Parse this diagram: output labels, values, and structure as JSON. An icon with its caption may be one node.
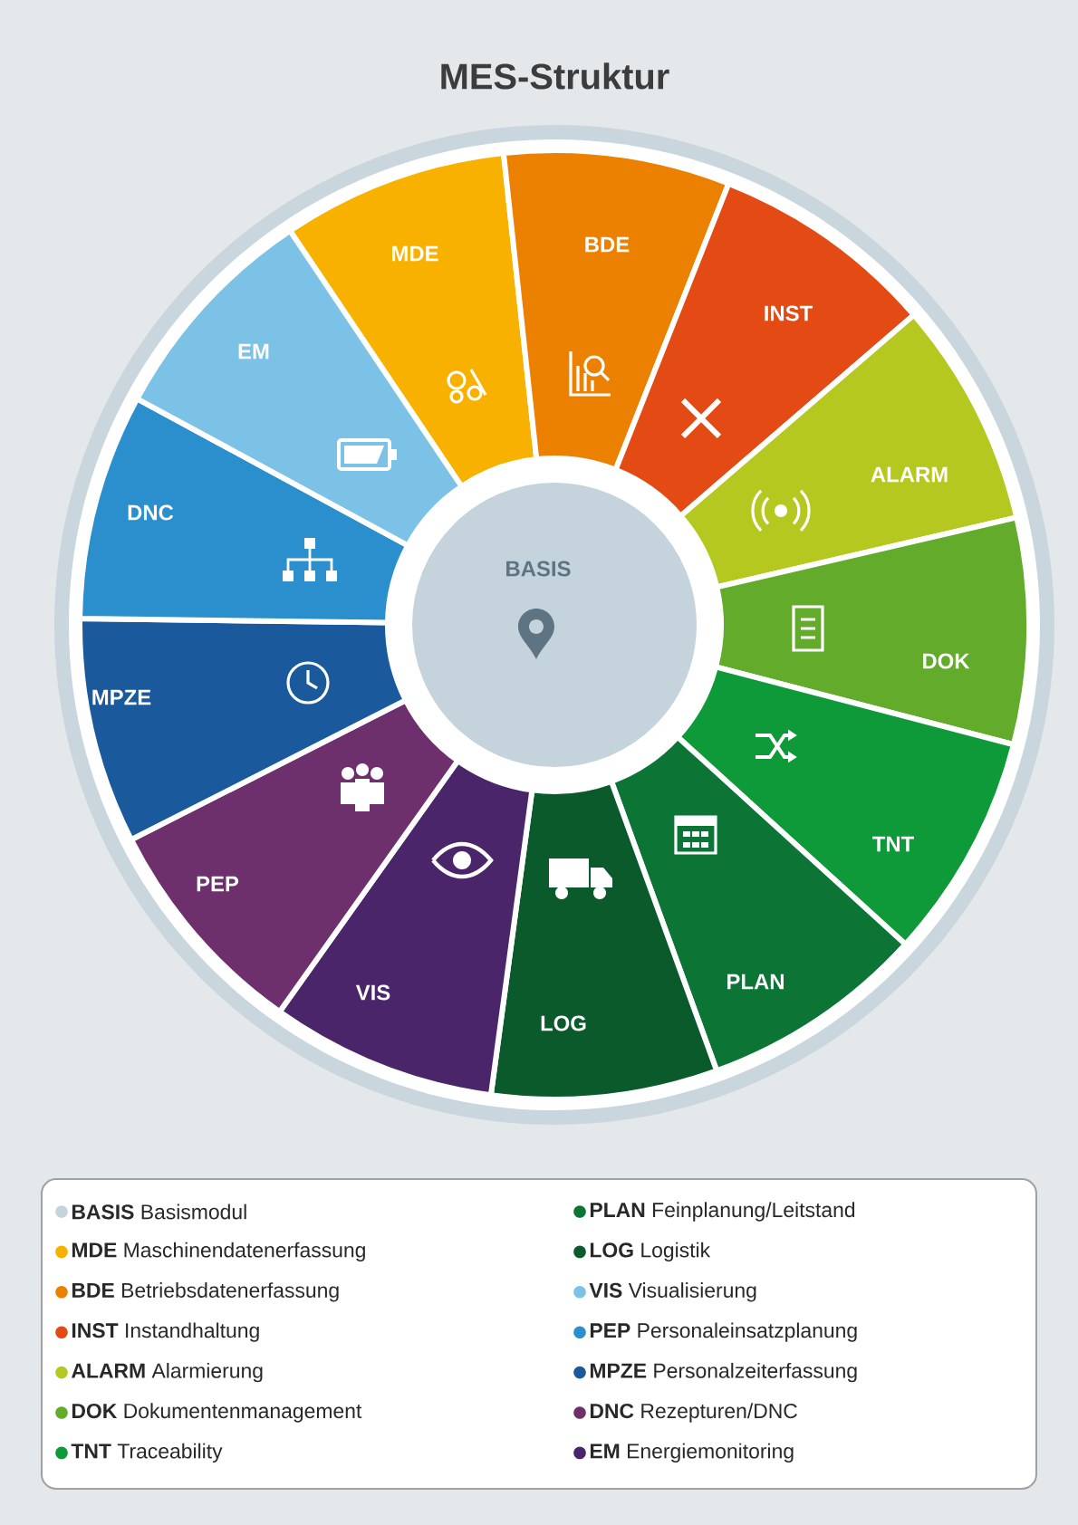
{
  "diagram": {
    "title": "MES-Struktur",
    "nodes": [
      {
        "text": [
          "MDE"
        ]
      },
      {
        "text": [
          "BDE"
        ]
      },
      {
        "text": [
          "INST"
        ]
      },
      {
        "text": [
          "ALARM"
        ]
      },
      {
        "text": [
          "DOK"
        ]
      },
      {
        "text": [
          "TNT"
        ]
      },
      {
        "text": [
          "PLAN"
        ]
      },
      {
        "text": [
          "LOG"
        ]
      },
      {
        "text": [
          "VIS"
        ]
      },
      {
        "text": [
          "PEP"
        ]
      },
      {
        "text": [
          "MPZE"
        ]
      },
      {
        "text": [
          "DNC"
        ]
      },
      {
        "text": [
          "EM"
        ]
      },
      {
        "text": [
          "BASIS"
        ]
      }
    ],
    "legend": [
      {
        "text": "**BASIS** Basismodul",
        "color": "#c5d3dc"
      },
      {
        "text": "**MDE** Maschinendatenerfassung",
        "color": "#f9b100"
      },
      {
        "text": "**BDE** Betriebsdatenerfassung",
        "color": "#ec8000"
      },
      {
        "text": "**INST** Instandhaltung",
        "color": "#e34a14"
      },
      {
        "text": "**ALARM** Alarmierung",
        "color": "#b5c81f"
      },
      {
        "text": "**DOK** Dokumentenmanagement",
        "color": "#62ab2b"
      },
      {
        "text": "**TNT** Traceability",
        "color": "#0f9a3a"
      },
      {
        "text": "**PLAN** Feinplanung/Leitstand",
        "color": "#0c7435"
      },
      {
        "text": "**LOG** Logistik",
        "color": "#0b5a2c"
      },
      {
        "text": "**VIS** Visualisierung",
        "color": "#7cc1e6"
      },
      {
        "text": "**PEP** Personaleinsatzplanung",
        "color": "#2a8fcc"
      },
      {
        "text": "**MPZE** Personalzeiterfassung",
        "color": "#1a5a9c"
      },
      {
        "text": "**DNC** Rezepturen/DNC",
        "color": "#6e2f6d"
      },
      {
        "text": "**EM** Energiemonitoring",
        "color": "#4b2569"
      }
    ]
  }
}
